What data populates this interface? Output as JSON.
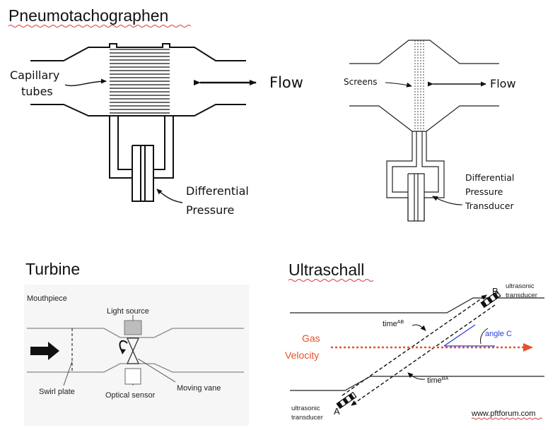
{
  "titles": {
    "pneumo": "Pneumotachographen",
    "turbine": "Turbine",
    "ultra": "Ultraschall"
  },
  "pneumo_left": {
    "capillary": "Capillary",
    "tubes": "tubes",
    "flow": "Flow",
    "differential": "Differential",
    "pressure": "Pressure"
  },
  "pneumo_right": {
    "screens": "Screens",
    "flow": "Flow",
    "differential": "Differential",
    "pressure": "Pressure",
    "transducer": "Transducer"
  },
  "turbine": {
    "mouthpiece": "Mouthpiece",
    "light_source": "Light source",
    "swirl_plate": "Swirl plate",
    "optical_sensor": "Optical sensor",
    "moving_vane": "Moving vane"
  },
  "ultra": {
    "transducer_b_line1": "ultrasonic",
    "transducer_b_line2": "transducer",
    "label_b": "B",
    "time_ab": "time",
    "time_ab_sup": "AB",
    "gas": "Gas",
    "velocity": "Velocity",
    "angle": "angle C",
    "time_ba": "time",
    "time_ba_sup": "BA",
    "transducer_a_line1": "ultrasonic",
    "transducer_a_line2": "transducer",
    "label_a": "A",
    "website": "www.pftforum.com"
  },
  "colors": {
    "gas_red": "#e8502c",
    "angle_blue": "#2a3fd1",
    "squiggle_red": "#d83a3a"
  }
}
